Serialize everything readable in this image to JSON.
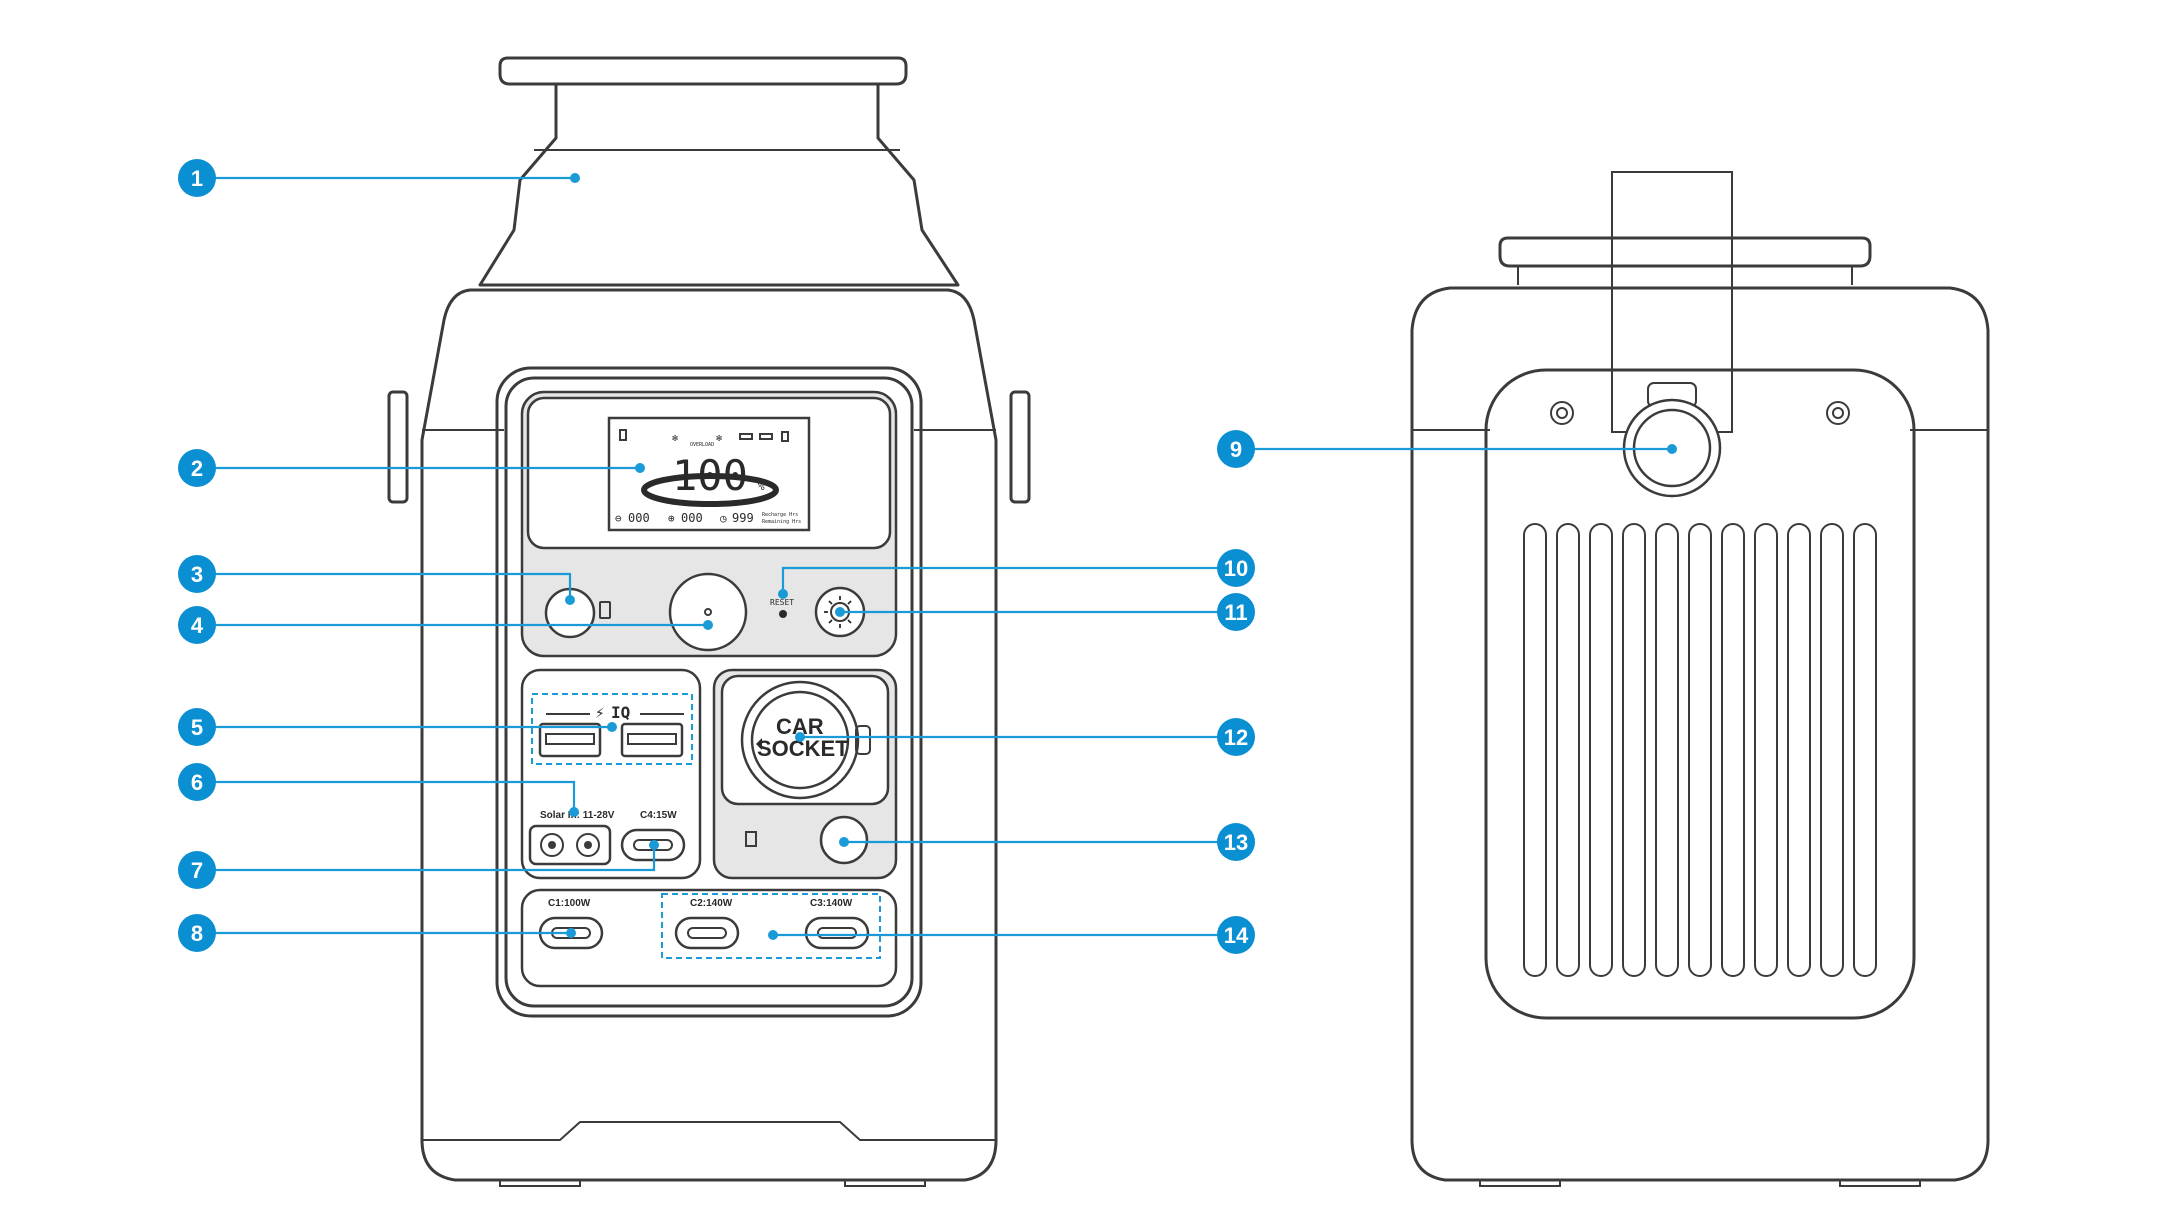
{
  "callouts": [
    "1",
    "2",
    "3",
    "4",
    "5",
    "6",
    "7",
    "8",
    "9",
    "10",
    "11",
    "12",
    "13",
    "14"
  ],
  "lcd": {
    "main_value": "100",
    "percent_unit": "%",
    "overload": "OVERLOAD",
    "output_value": "000",
    "input_value": "000",
    "time_value": "999",
    "recharge_label": "Recharge Hrs",
    "remaining_label": "Remaining Hrs"
  },
  "panel_labels": {
    "reset": "RESET",
    "iq": "IQ",
    "solar_in": "Solar In: 11-28V",
    "c4": "C4:15W",
    "c1": "C1:100W",
    "c2": "C2:140W",
    "c3": "C3:140W",
    "car_line1": "CAR",
    "car_line2": "SOCKET"
  },
  "colors": {
    "callout_blue": "#0b8fd3",
    "leader_blue": "#1a9ad6",
    "outline": "#3b3b3b",
    "panel_grey": "#e6e6e6"
  },
  "icons": [
    "bluetooth-phone-icon",
    "power-icon",
    "light-icon",
    "flashlight-icon",
    "usb-a-port",
    "usb-c-port",
    "xt60-port",
    "car-socket"
  ]
}
